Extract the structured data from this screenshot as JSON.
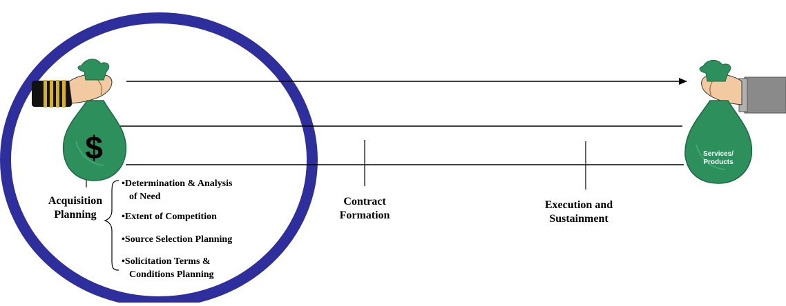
{
  "colors": {
    "ring": "#2e2e9c",
    "bag": "#2c8f5c",
    "bag_dark": "#1b6a40",
    "skin": "#f2c9a0",
    "left_sleeve": "#111111",
    "braid": "#d8b020",
    "right_sleeve": "#8a8a8a",
    "line": "#000000"
  },
  "icons": {
    "left_hand": "hand-holding-money-bag-icon",
    "right_hand": "hand-holding-money-bag-icon",
    "dollar": "dollar-sign-icon"
  },
  "left_bag": {
    "symbol": "$"
  },
  "right_bag": {
    "line1": "Services/",
    "line2": "Products"
  },
  "stages": {
    "acquisition": {
      "line1": "Acquisition",
      "line2": "Planning"
    },
    "contract": {
      "line1": "Contract",
      "line2": "Formation"
    },
    "execution": {
      "line1": "Execution and",
      "line2": "Sustainment"
    }
  },
  "planning_items": [
    {
      "bullet": "•",
      "line1": "Determination & Analysis",
      "line2": "of Need"
    },
    {
      "bullet": "•",
      "line1": "Extent of Competition"
    },
    {
      "bullet": "•",
      "line1": "Source Selection Planning"
    },
    {
      "bullet": "•",
      "line1": "Solicitation Terms &",
      "line2": "Conditions Planning"
    }
  ]
}
